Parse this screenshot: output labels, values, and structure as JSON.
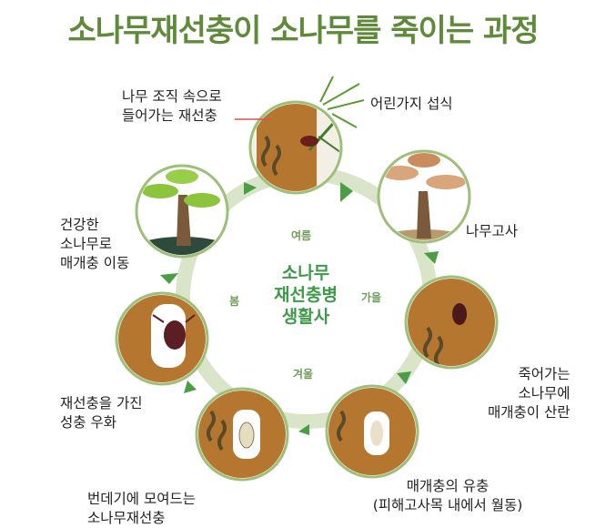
{
  "title": "소나무재선충이 소나무를 죽이는 과정",
  "center": {
    "lines": [
      "소나무",
      "재선충병",
      "생활사"
    ]
  },
  "seasons": {
    "summer": "여름",
    "autumn": "가을",
    "winter": "겨울",
    "spring": "봄"
  },
  "stages": {
    "enter": {
      "lines": [
        "나무 조직 속으로",
        "들어가는 재선충"
      ]
    },
    "feed": {
      "lines": [
        "어린가지 섭식"
      ]
    },
    "death": {
      "lines": [
        "나무고사"
      ]
    },
    "lay": {
      "lines": [
        "죽어가는",
        "소나무에",
        "매개충이 산란"
      ]
    },
    "larva": {
      "lines": [
        "매개충의 유충",
        "(피해고사목 내에서 월동)"
      ]
    },
    "pupa": {
      "lines": [
        "번데기에 모여드는",
        "소나무재선충"
      ]
    },
    "emerge": {
      "lines": [
        "재선충을 가진",
        "성충 우화"
      ]
    },
    "move": {
      "lines": [
        "건강한",
        "소나무로",
        "매개충 이동"
      ]
    }
  },
  "colors": {
    "title": "#5e8a3a",
    "ring": "#d9e4c8",
    "arrow": "#4a9e45",
    "circle_border": "#9dbf7a",
    "wood": "#b5772f",
    "center_text": "#3d9a47"
  }
}
